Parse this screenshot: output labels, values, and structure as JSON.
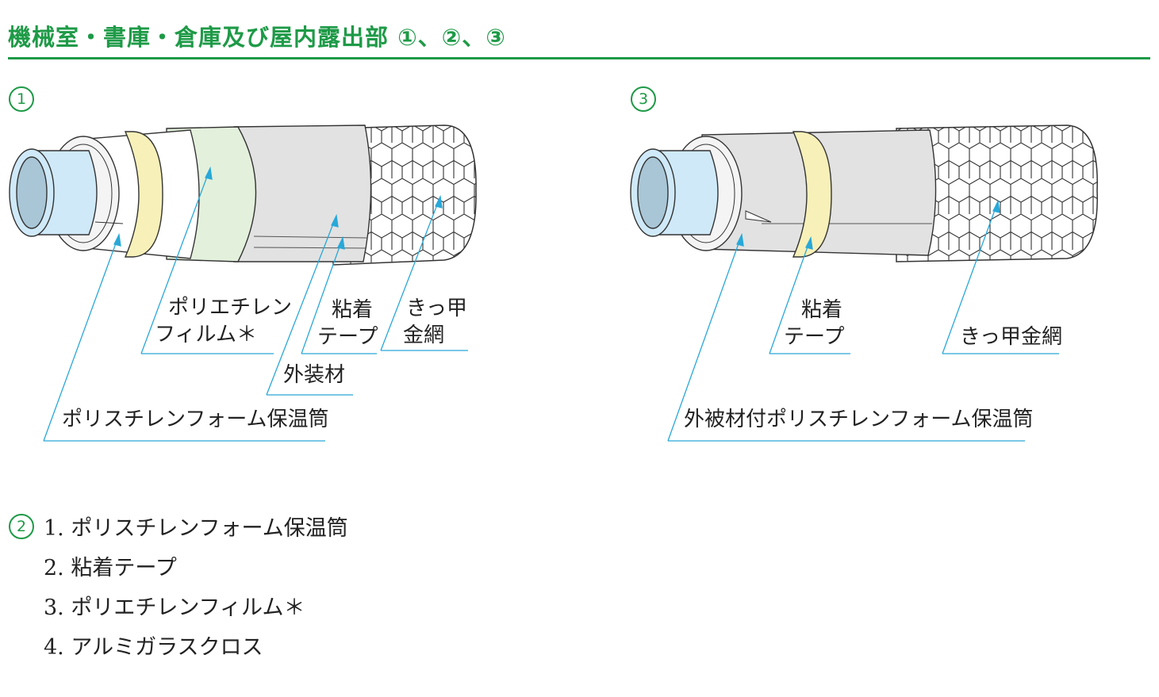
{
  "title": "機械室・書庫・倉庫及び屋内露出部 ①、②、③",
  "diagram1": {
    "marker": "1",
    "labels": {
      "film_1": "ポリエチレン",
      "film_2": "フィルム＊",
      "tape_1": "粘着",
      "tape_2": "テープ",
      "mesh_1": "きっ甲",
      "mesh_2": "金網",
      "outer": "外装材",
      "foam": "ポリスチレンフォーム保温筒"
    }
  },
  "diagram3": {
    "marker": "3",
    "labels": {
      "tape_1": "粘着",
      "tape_2": "テープ",
      "mesh": "きっ甲金網",
      "foam": "外被材付ポリスチレンフォーム保温筒"
    }
  },
  "section2": {
    "marker": "2",
    "items": [
      "1. ポリスチレンフォーム保温筒",
      "2. 粘着テープ",
      "3. ポリエチレンフィルム＊",
      "4. アルミガラスクロス"
    ]
  },
  "colors": {
    "accent": "#1e9a47",
    "leader": "#29a8d8",
    "pipe": "#cfe9f8",
    "film": "#e3f0dc",
    "tape": "#f7f0b8",
    "jacket": "#e2e2e2"
  }
}
